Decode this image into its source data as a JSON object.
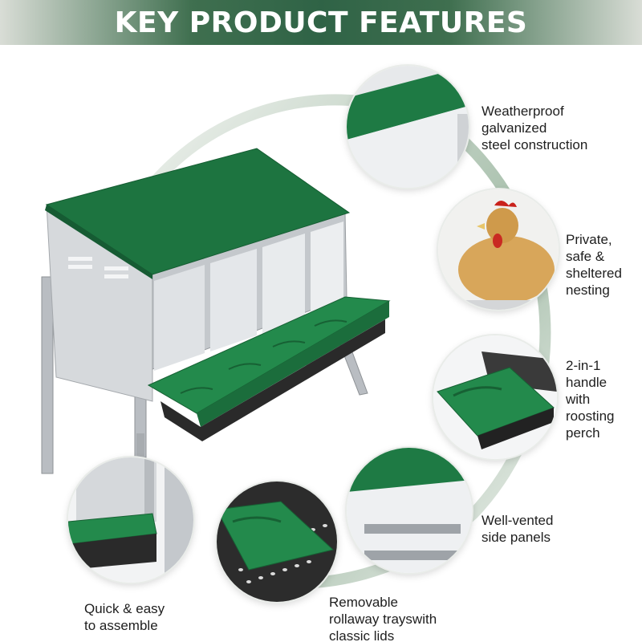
{
  "header": {
    "title": "KEY PRODUCT FEATURES"
  },
  "colors": {
    "brand_green": "#2f6346",
    "lid_green": "#1f7a45",
    "steel": "#c9ccd0",
    "tray_black": "#2a2a2a"
  },
  "features": [
    {
      "icon": "steel-roof-closeup",
      "text": "Weatherproof\ngalvanized\nsteel construction"
    },
    {
      "icon": "hen-photo",
      "text": "Private,\nsafe &\nsheltered\nnesting"
    },
    {
      "icon": "handle-perch-closeup",
      "text": "2-in-1\nhandle\nwith\nroosting\nperch"
    },
    {
      "icon": "vented-side-panel-closeup",
      "text": "Well-vented\nside panels"
    },
    {
      "icon": "rollaway-tray-closeup",
      "text": "Removable\nrollaway trayswith\nclassic lids"
    },
    {
      "icon": "assembly-closeup",
      "text": "Quick & easy\nto assemble"
    }
  ]
}
